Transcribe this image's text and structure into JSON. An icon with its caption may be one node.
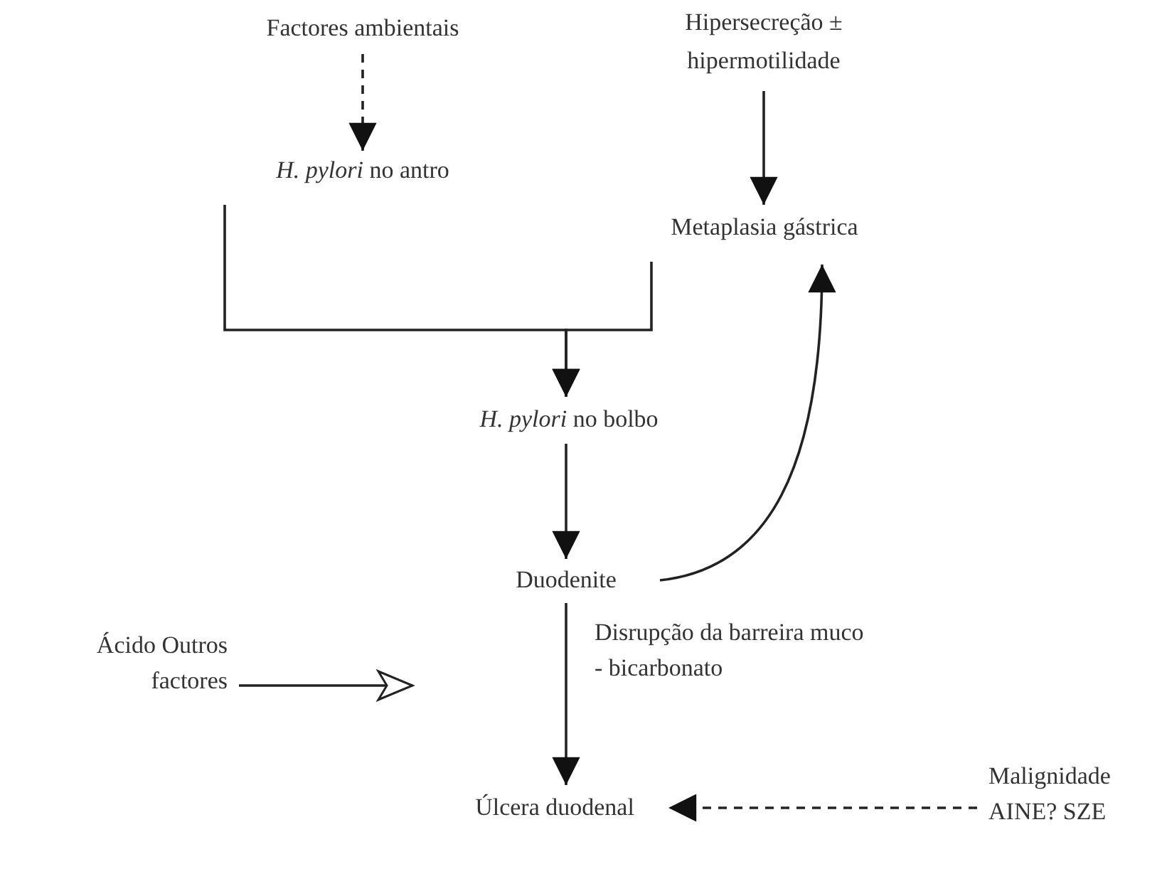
{
  "diagram": {
    "nodes": [
      {
        "text": [
          "Factores ambientais"
        ]
      },
      {
        "text": [
          "Hipersecreção ± hipermotilidade"
        ]
      },
      {
        "text": [
          "*H. pylori* no antro"
        ]
      },
      {
        "text": [
          "Metaplasia gástrica"
        ]
      },
      {
        "text": [
          "*H. pylori* no bolbo"
        ]
      },
      {
        "text": [
          "Duodenite"
        ]
      },
      {
        "text": [
          "Ácido Outros factores"
        ]
      },
      {
        "text": [
          "Úlcera duodenal"
        ]
      },
      {
        "text": [
          "Malignidade AINE? SZE"
        ]
      }
    ],
    "edges": [
      {
        "from": 0,
        "to": 2,
        "arrow": "to",
        "style": "dashed"
      },
      {
        "from": 1,
        "to": 3,
        "arrow": "to"
      },
      {
        "from": 2,
        "to": 4,
        "arrow": "to"
      },
      {
        "from": 3,
        "to": 4,
        "arrow": "to"
      },
      {
        "from": 4,
        "to": 5,
        "arrow": "to"
      },
      {
        "from": 5,
        "to": 3,
        "arrow": "to"
      },
      {
        "from": 5,
        "to": 7,
        "arrow": "to",
        "label": "Disrupção da barreira muco - bicarbonato"
      },
      {
        "from": 6,
        "to": null,
        "arrow": "to"
      },
      {
        "from": 8,
        "to": 7,
        "arrow": "to",
        "style": "dashed"
      }
    ]
  }
}
